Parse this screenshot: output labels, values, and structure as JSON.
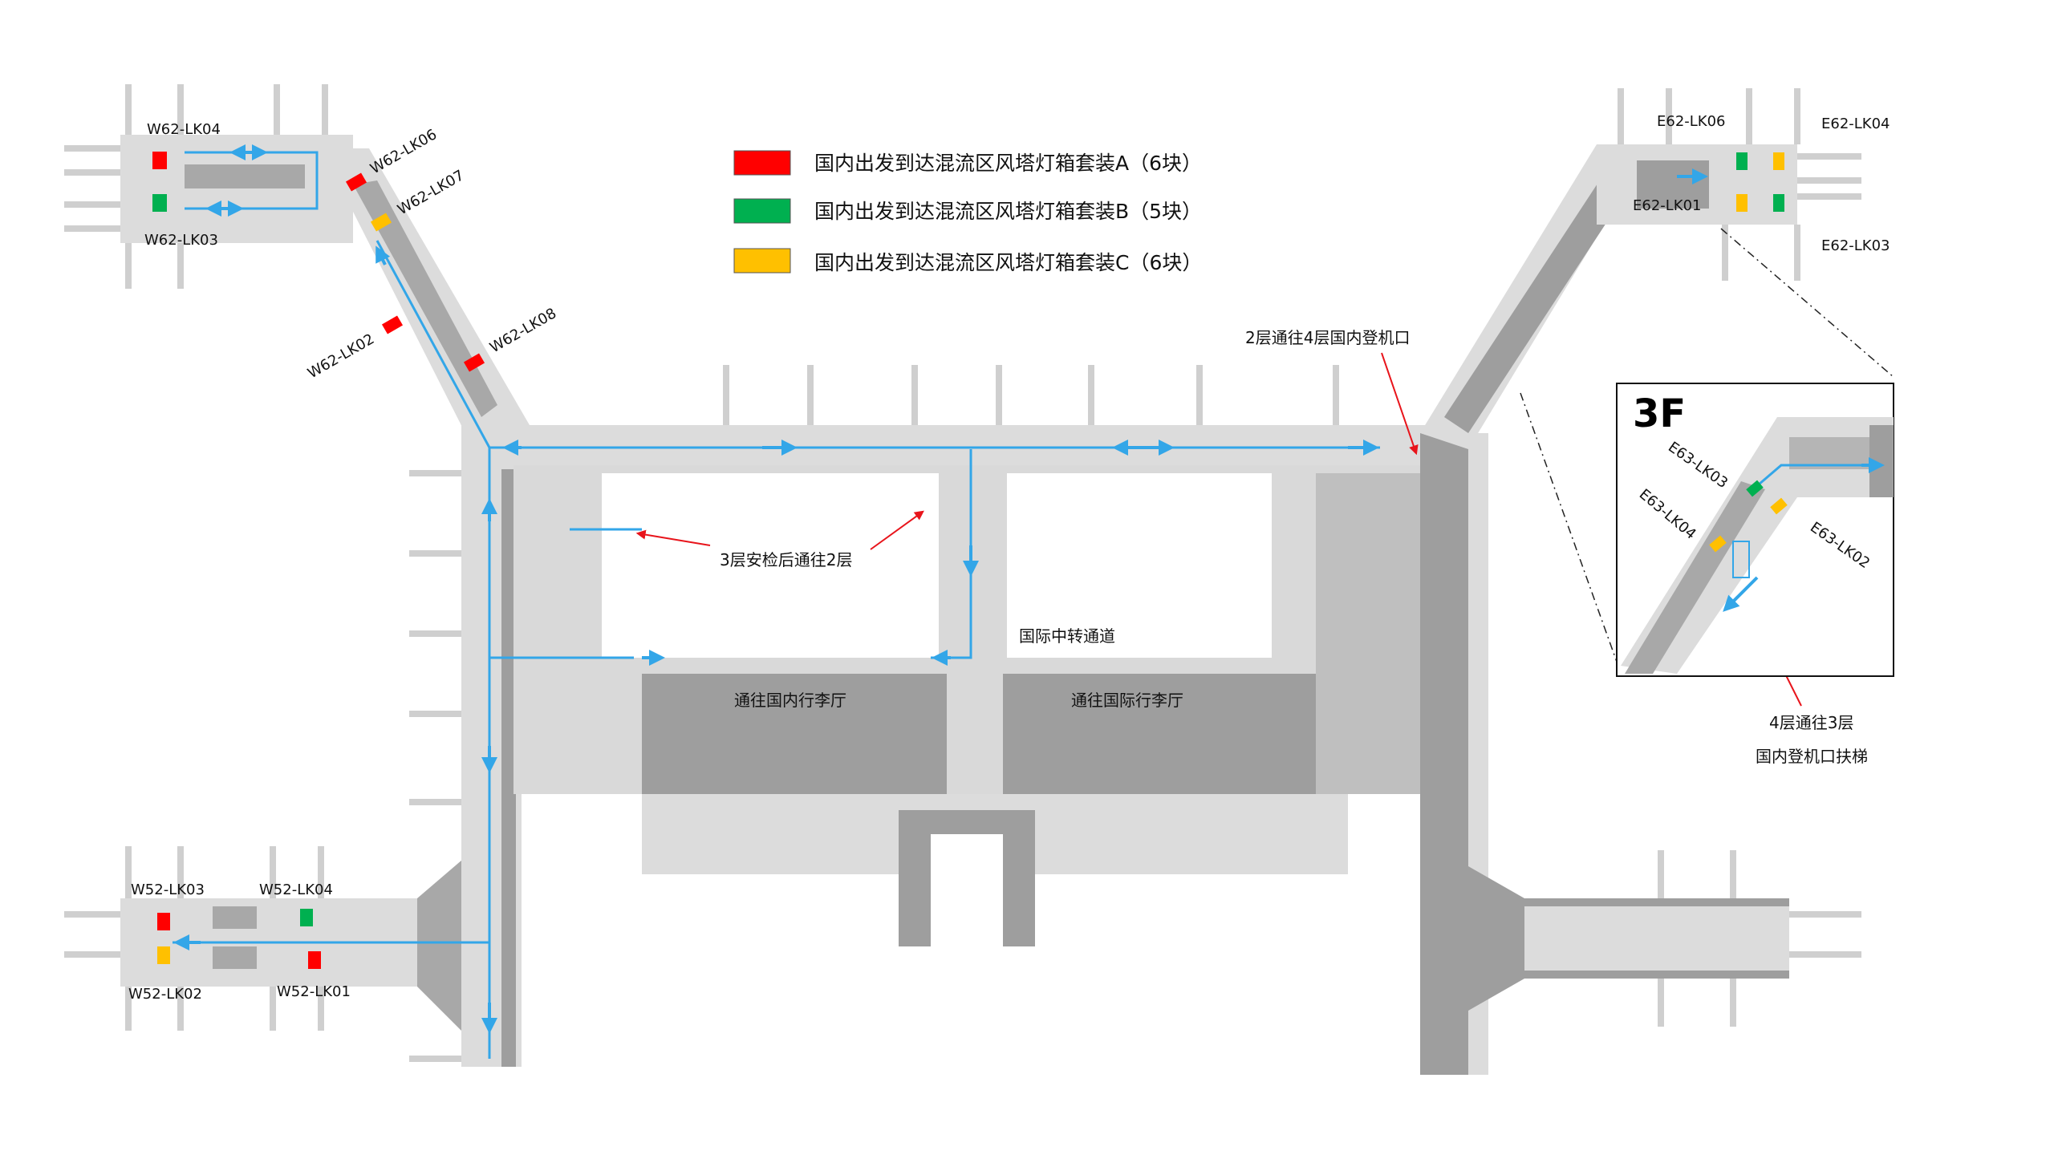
{
  "legend": {
    "items": [
      {
        "color": "#ff0000",
        "label": "国内出发到达混流区风塔灯箱套装A（6块）"
      },
      {
        "color": "#00b050",
        "label": "国内出发到达混流区风塔灯箱套装B（5块）"
      },
      {
        "color": "#ffc000",
        "label": "国内出发到达混流区风塔灯箱套装C（6块）"
      }
    ]
  },
  "colors": {
    "route": "#33a6e8",
    "callout": "#e8141b",
    "floor_light": "#dcdcdc",
    "floor_dark": "#9e9e9e"
  },
  "markers": {
    "w62_lk04": {
      "label": "W62-LK04",
      "set": "A"
    },
    "w62_lk03": {
      "label": "W62-LK03",
      "set": "B"
    },
    "w62_lk06": {
      "label": "W62-LK06",
      "set": "A"
    },
    "w62_lk07": {
      "label": "W62-LK07",
      "set": "C"
    },
    "w62_lk02": {
      "label": "W62-LK02",
      "set": "A"
    },
    "w62_lk08": {
      "label": "W62-LK08",
      "set": "A"
    },
    "w52_lk03": {
      "label": "W52-LK03",
      "set": "A"
    },
    "w52_lk02": {
      "label": "W52-LK02",
      "set": "C"
    },
    "w52_lk04": {
      "label": "W52-LK04",
      "set": "B"
    },
    "w52_lk01": {
      "label": "W52-LK01",
      "set": "A"
    },
    "e62_lk06": {
      "label": "E62-LK06",
      "set": "B"
    },
    "e62_lk04": {
      "label": "E62-LK04",
      "set": "C"
    },
    "e62_lk01": {
      "label": "E62-LK01",
      "set": "C"
    },
    "e62_lk03": {
      "label": "E62-LK03",
      "set": "B"
    },
    "e63_lk03": {
      "label": "E63-LK03",
      "set": "B"
    },
    "e63_lk04": {
      "label": "E63-LK04",
      "set": "C"
    },
    "e63_lk02": {
      "label": "E63-LK02",
      "set": "C"
    }
  },
  "annotations": {
    "to_domestic_gate": "2层通往4层国内登机口",
    "after_security": "3层安检后通往2层",
    "intl_transfer": "国际中转通道",
    "domestic_baggage": "通往国内行李厅",
    "intl_baggage": "通往国际行李厅",
    "escalator_line1": "4层通往3层",
    "escalator_line2": "国内登机口扶梯"
  },
  "inset": {
    "title": "3F"
  }
}
